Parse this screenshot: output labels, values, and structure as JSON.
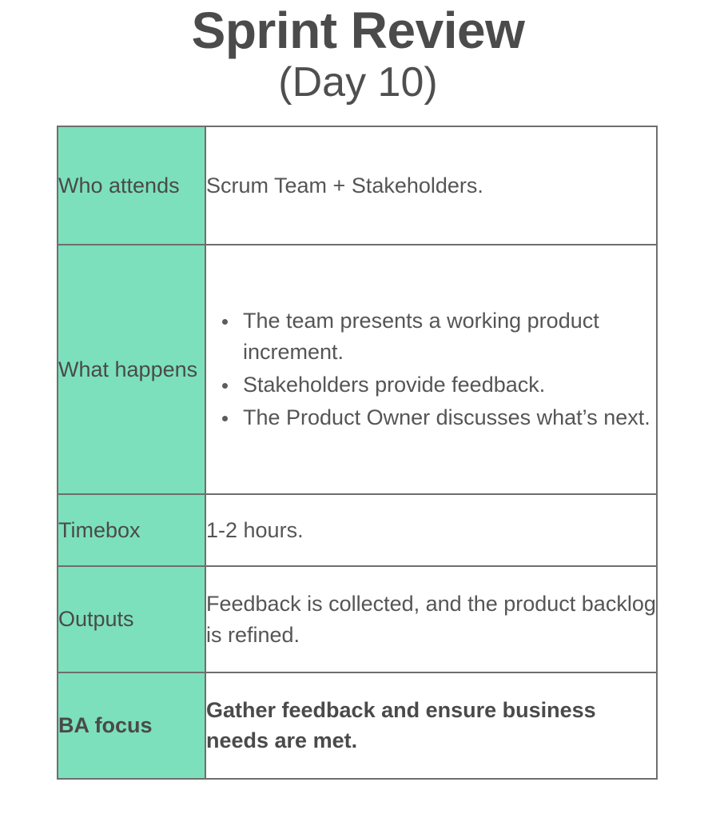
{
  "header": {
    "title": "Sprint Review",
    "subtitle": "(Day 10)"
  },
  "theme": {
    "accent_green": "#7CE0BD",
    "border_gray": "#6E6E6E",
    "text_gray": "#4A4A4A",
    "body_gray": "#555555",
    "background": "#FFFFFF"
  },
  "table": {
    "rows": [
      {
        "label": "Who attends",
        "label_bold": false,
        "type": "text",
        "value": "Scrum Team + Stakeholders."
      },
      {
        "label": "What happens",
        "label_bold": false,
        "type": "bullets",
        "bullets": [
          "The team presents a working product increment.",
          "Stakeholders provide feedback.",
          "The Product Owner discusses what’s next."
        ]
      },
      {
        "label": "Timebox",
        "label_bold": false,
        "type": "text",
        "value": "1-2 hours."
      },
      {
        "label": "Outputs",
        "label_bold": false,
        "type": "text",
        "value": "Feedback is collected, and the product backlog is refined."
      },
      {
        "label": "BA focus",
        "label_bold": true,
        "type": "text",
        "value": "Gather feedback and ensure business needs are met.",
        "value_bold": true
      }
    ]
  }
}
